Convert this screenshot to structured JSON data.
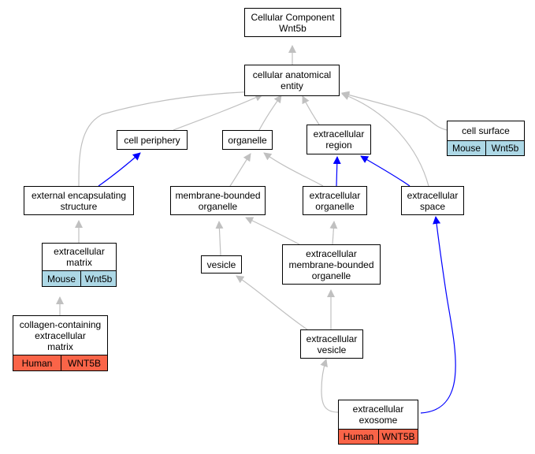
{
  "nodes": {
    "root": "Cellular Component\nWnt5b",
    "cae": "cellular anatomical\nentity",
    "cell_periphery": "cell periphery",
    "organelle": "organelle",
    "extracellular_region": "extracellular\nregion",
    "cell_surface": "cell surface",
    "ext_encap": "external encapsulating\nstructure",
    "mbo": "membrane-bounded\norganelle",
    "ext_organelle": "extracellular\norganelle",
    "ext_space": "extracellular\nspace",
    "ecm": "extracellular\nmatrix",
    "vesicle": "vesicle",
    "ext_mbo": "extracellular\nmembrane-bounded\norganelle",
    "collagen": "collagen-containing\nextracellular\nmatrix",
    "ext_vesicle": "extracellular\nvesicle",
    "exosome": "extracellular\nexosome"
  },
  "tags": {
    "cell_surface": [
      "Mouse",
      "Wnt5b"
    ],
    "ecm": [
      "Mouse",
      "Wnt5b"
    ],
    "collagen": [
      "Human",
      "WNT5B"
    ],
    "exosome": [
      "Human",
      "WNT5B"
    ]
  },
  "colors": {
    "edge_is_a": "#c0c0c0",
    "edge_part_of": "#0000ff",
    "mouse_fill": "#add8e6",
    "human_fill": "#fa6448"
  }
}
